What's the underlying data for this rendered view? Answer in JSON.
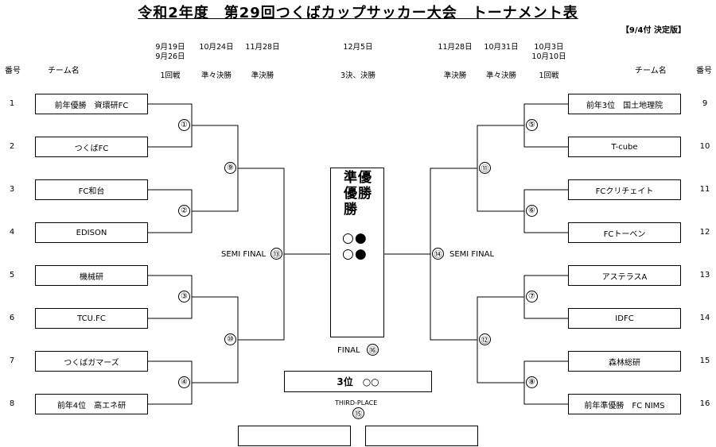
{
  "title": "令和2年度　第29回つくばカップサッカー大会　トーナメント表",
  "version": "【9/4付 決定版】",
  "headers": {
    "number": "番号",
    "team_name": "チーム名",
    "left_rounds": [
      {
        "date": "9月19日\n9月26日",
        "round": "1回戦"
      },
      {
        "date": "10月24日",
        "round": "準々決勝"
      },
      {
        "date": "11月28日",
        "round": "準決勝"
      }
    ],
    "center": {
      "date": "12月5日",
      "round": "3決、決勝"
    },
    "right_rounds": [
      {
        "date": "11月28日",
        "round": "準決勝"
      },
      {
        "date": "10月31日",
        "round": "準々決勝"
      },
      {
        "date": "10月3日\n10月10日",
        "round": "1回戦"
      }
    ]
  },
  "left_teams": [
    {
      "num": "1",
      "name": "前年優勝　資環研FC"
    },
    {
      "num": "2",
      "name": "つくばFC"
    },
    {
      "num": "3",
      "name": "FC和台"
    },
    {
      "num": "4",
      "name": "EDISON"
    },
    {
      "num": "5",
      "name": "機械研"
    },
    {
      "num": "6",
      "name": "TCU.FC"
    },
    {
      "num": "7",
      "name": "つくばガマーズ"
    },
    {
      "num": "8",
      "name": "前年4位　高エネ研"
    }
  ],
  "right_teams": [
    {
      "num": "9",
      "name": "前年3位　国土地理院"
    },
    {
      "num": "10",
      "name": "T-cube"
    },
    {
      "num": "11",
      "name": "FCクリチェイト"
    },
    {
      "num": "12",
      "name": "FCトーベン"
    },
    {
      "num": "13",
      "name": "アステラスA"
    },
    {
      "num": "14",
      "name": "IDFC"
    },
    {
      "num": "15",
      "name": "森林総研"
    },
    {
      "num": "16",
      "name": "前年準優勝　FC NIMS"
    }
  ],
  "matches": {
    "m1": "①",
    "m2": "②",
    "m3": "③",
    "m4": "④",
    "m5": "⑤",
    "m6": "⑥",
    "m7": "⑦",
    "m8": "⑧",
    "m9": "⑨",
    "m10": "⑩",
    "m11": "⑪",
    "m12": "⑫",
    "m13": "⑬",
    "m14": "⑭",
    "m15": "⑮",
    "m16": "⑯"
  },
  "labels": {
    "semi_final": "SEMI FINAL",
    "final": "FINAL",
    "third_place": "THIRD-PLACE"
  },
  "champion": {
    "col1": "準優勝",
    "col2": "優勝",
    "row1": "○●",
    "row2": "○●"
  },
  "third_place_result": "3位　○○"
}
